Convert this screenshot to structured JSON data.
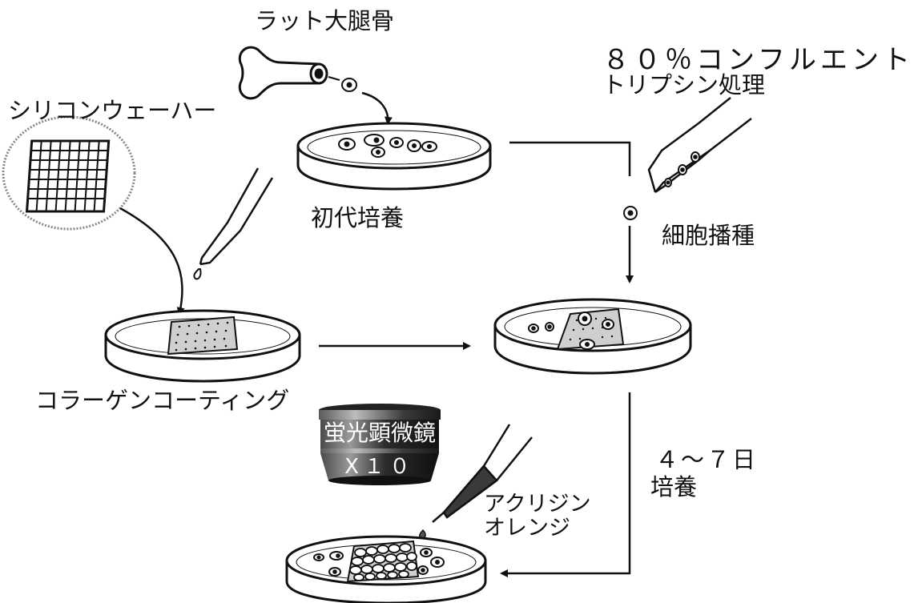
{
  "labels": {
    "femur": "ラット大腿骨",
    "confluent_line1": "８０％コンフルエント",
    "confluent_line2": "トリプシン処理",
    "wafer": "シリコンウェーハー",
    "primary_culture": "初代培養",
    "seeding": "細胞播種",
    "collagen": "コラーゲンコーティング",
    "culture_days_line1": "４～７日",
    "culture_days_line2": "培養",
    "stain_line1": "アクリジン",
    "stain_line2": "オレンジ"
  },
  "microscope": {
    "name": "蛍光顕微鏡",
    "magnification": "X１０"
  },
  "colors": {
    "ink": "#111111",
    "wafer_fill": "#cfcfcf",
    "lens_body": "#2b2b2b",
    "lens_highlight": "#8a8a8a",
    "pipette_stain": "#3a3a3a"
  }
}
